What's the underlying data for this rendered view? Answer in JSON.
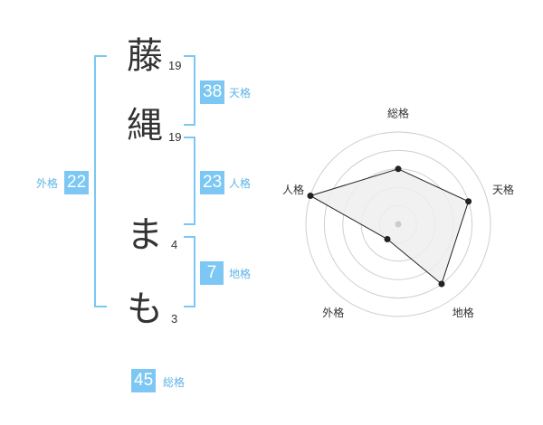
{
  "name_chars": [
    {
      "char": "藤",
      "strokes": "19"
    },
    {
      "char": "縄",
      "strokes": "19"
    },
    {
      "char": "ま",
      "strokes": "4"
    },
    {
      "char": "も",
      "strokes": "3"
    }
  ],
  "kaku": {
    "tenkaku": {
      "value": "38",
      "label": "天格"
    },
    "jinkaku": {
      "value": "23",
      "label": "人格"
    },
    "chikaku": {
      "value": "7",
      "label": "地格"
    },
    "gaikaku": {
      "value": "22",
      "label": "外格"
    },
    "soukaku": {
      "value": "45",
      "label": "総格"
    }
  },
  "accent_color": "#7cc7f3",
  "chart_data": {
    "type": "radar",
    "axes": [
      "総格",
      "天格",
      "地格",
      "外格",
      "人格"
    ],
    "values": [
      3,
      4,
      4,
      1,
      5
    ],
    "max": 5,
    "rings": 5,
    "grid": true
  }
}
